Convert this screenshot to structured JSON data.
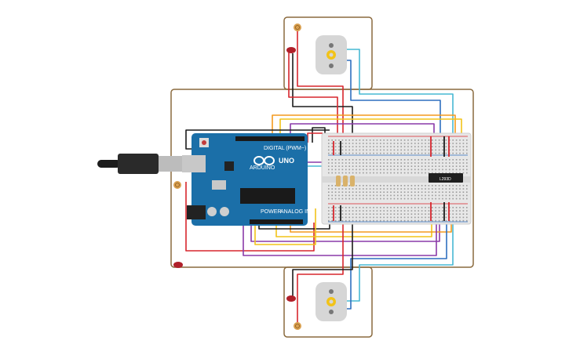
{
  "arduino": {
    "model": "UNO",
    "brand": "ARDUINO",
    "header_digital": "DIGITAL (PWM~)",
    "header_power": "POWER",
    "header_analog": "ANALOG IN"
  },
  "breadboard": {
    "ic_label": "L293D"
  },
  "colors": {
    "board": "#1b6fa8",
    "breadboard": "#e7e7e7",
    "enclosure": "#8a6a3e",
    "wire_red": "#d7262d",
    "wire_black": "#1c1c1c",
    "wire_yellow": "#f2c318",
    "wire_orange": "#f39a1e",
    "wire_purple": "#8a3aa8",
    "wire_cyan": "#47b8d3",
    "wire_blue": "#2f6fbf"
  },
  "icons": [
    "usb-plug-icon",
    "dc-motor-icon",
    "photoresistor-icon",
    "led-icon",
    "resistor-icon"
  ]
}
